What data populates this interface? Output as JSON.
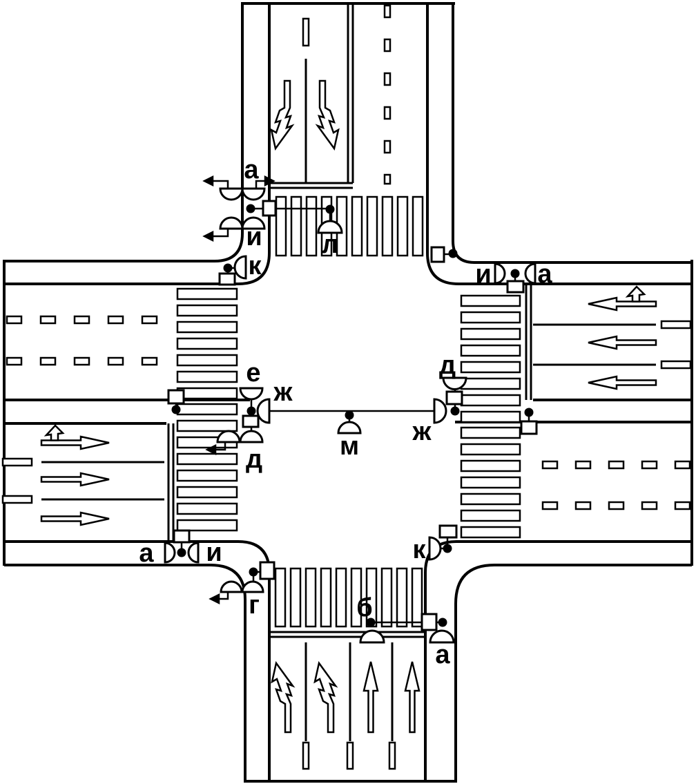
{
  "diagram": {
    "kind": "intersection-signal-placement-scheme",
    "background_color": "#ffffff",
    "line_color": "#000000"
  },
  "labels": [
    {
      "id": "signal-a-top-left",
      "text": "а"
    },
    {
      "id": "signal-i-top-left",
      "text": "и"
    },
    {
      "id": "signal-k-top-left",
      "text": "к"
    },
    {
      "id": "signal-l-overhead-north",
      "text": "л"
    },
    {
      "id": "signal-i-top-right",
      "text": "и"
    },
    {
      "id": "signal-a-top-right",
      "text": "а"
    },
    {
      "id": "signal-d-center-right",
      "text": "д"
    },
    {
      "id": "signal-zh-center-right",
      "text": "ж"
    },
    {
      "id": "signal-e-center-left",
      "text": "е"
    },
    {
      "id": "signal-zh-center-left",
      "text": "ж"
    },
    {
      "id": "signal-d-center-left",
      "text": "д"
    },
    {
      "id": "signal-m-overhead-center",
      "text": "м"
    },
    {
      "id": "signal-a-bottom-left",
      "text": "а"
    },
    {
      "id": "signal-i-bottom-left",
      "text": "и"
    },
    {
      "id": "signal-g-bottom-left",
      "text": "г"
    },
    {
      "id": "signal-k-bottom-right",
      "text": "к"
    },
    {
      "id": "signal-b-bottom-right",
      "text": "б"
    },
    {
      "id": "signal-a-bottom-right",
      "text": "а"
    }
  ]
}
